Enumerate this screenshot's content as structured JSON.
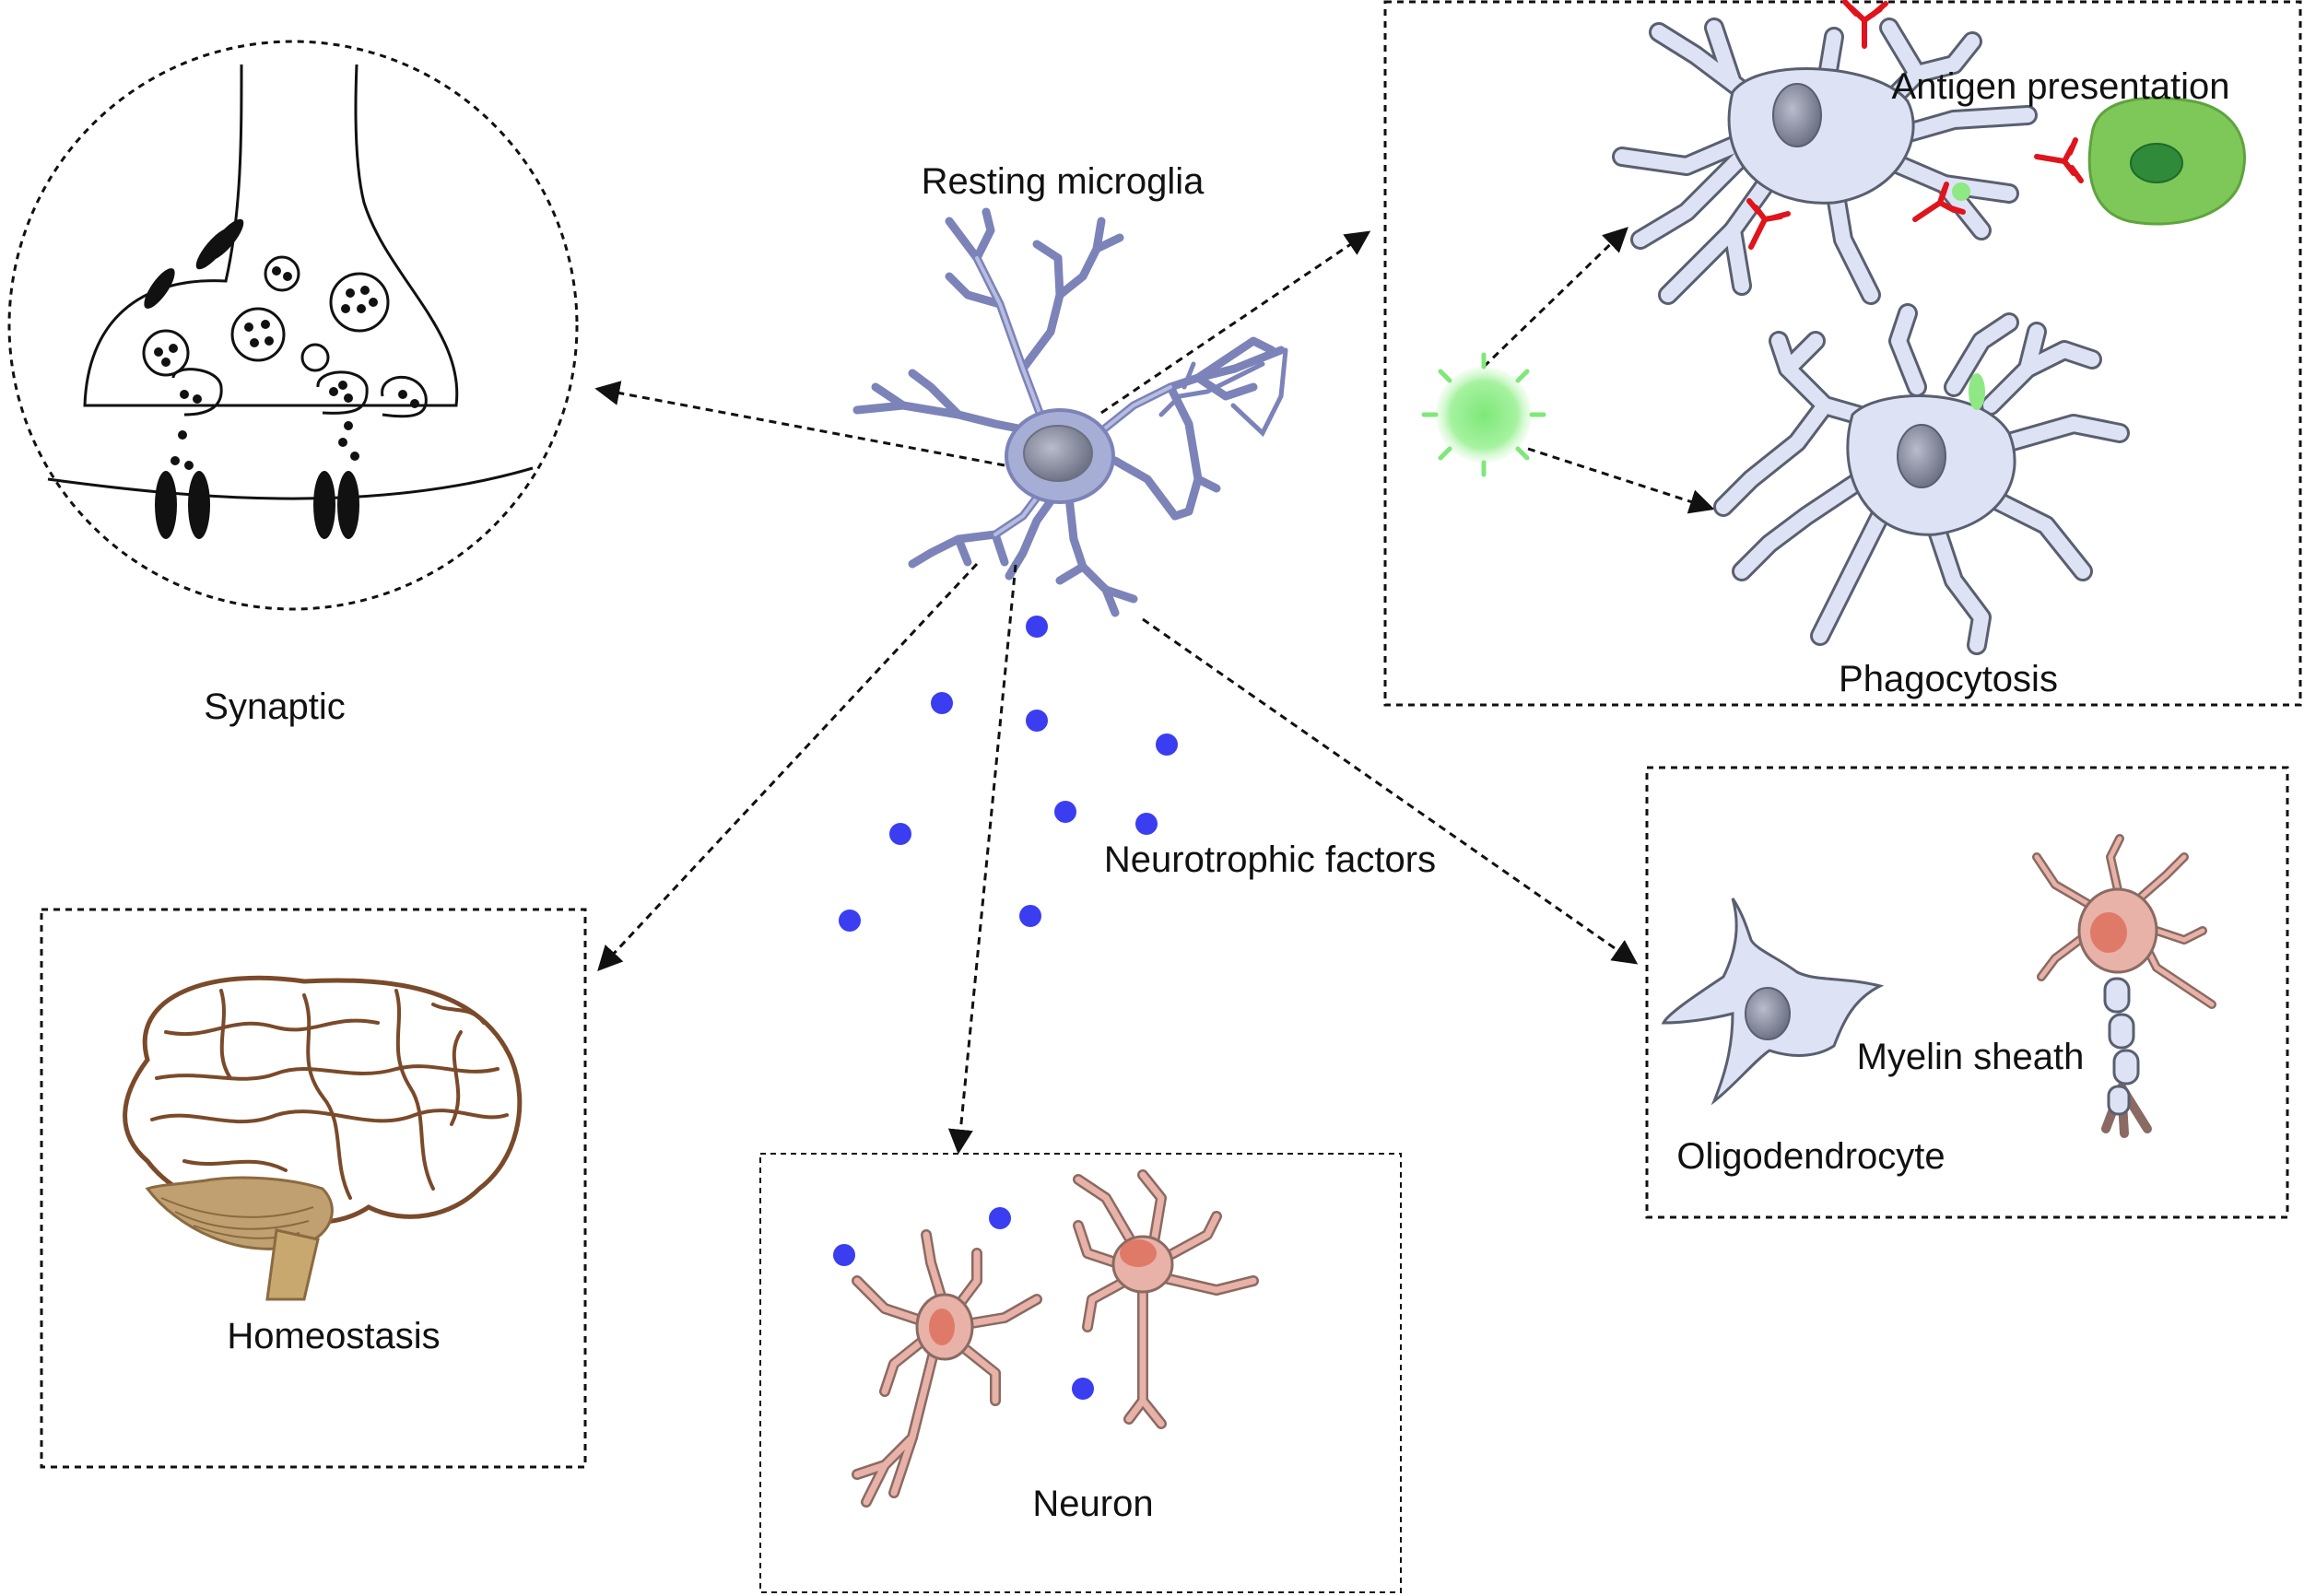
{
  "labels": {
    "resting_microglia": "Resting microglia",
    "synaptic": "Synaptic",
    "antigen_presentation": "Antigen presentation",
    "phagocytosis": "Phagocytosis",
    "neurotrophic_factors": "Neurotrophic factors",
    "homeostasis": "Homeostasis",
    "neuron": "Neuron",
    "oligodendrocyte": "Oligodendrocyte",
    "myelin_sheath": "Myelin sheath"
  },
  "colors": {
    "microglia_resting": "#a7aed6",
    "microglia_activated": "#dde3f4",
    "nucleus": "#8e92a6",
    "neuron_body": "#e8b2a8",
    "neuron_nucleus": "#e07a68",
    "neurotrophic_dot": "#3a3ef0",
    "antibody": "#e0141c",
    "antigen_cell": "#7ec85a",
    "pathogen": "#9ef09a",
    "brain_line": "#7a4a2a",
    "cerebellum": "#c0a070"
  }
}
